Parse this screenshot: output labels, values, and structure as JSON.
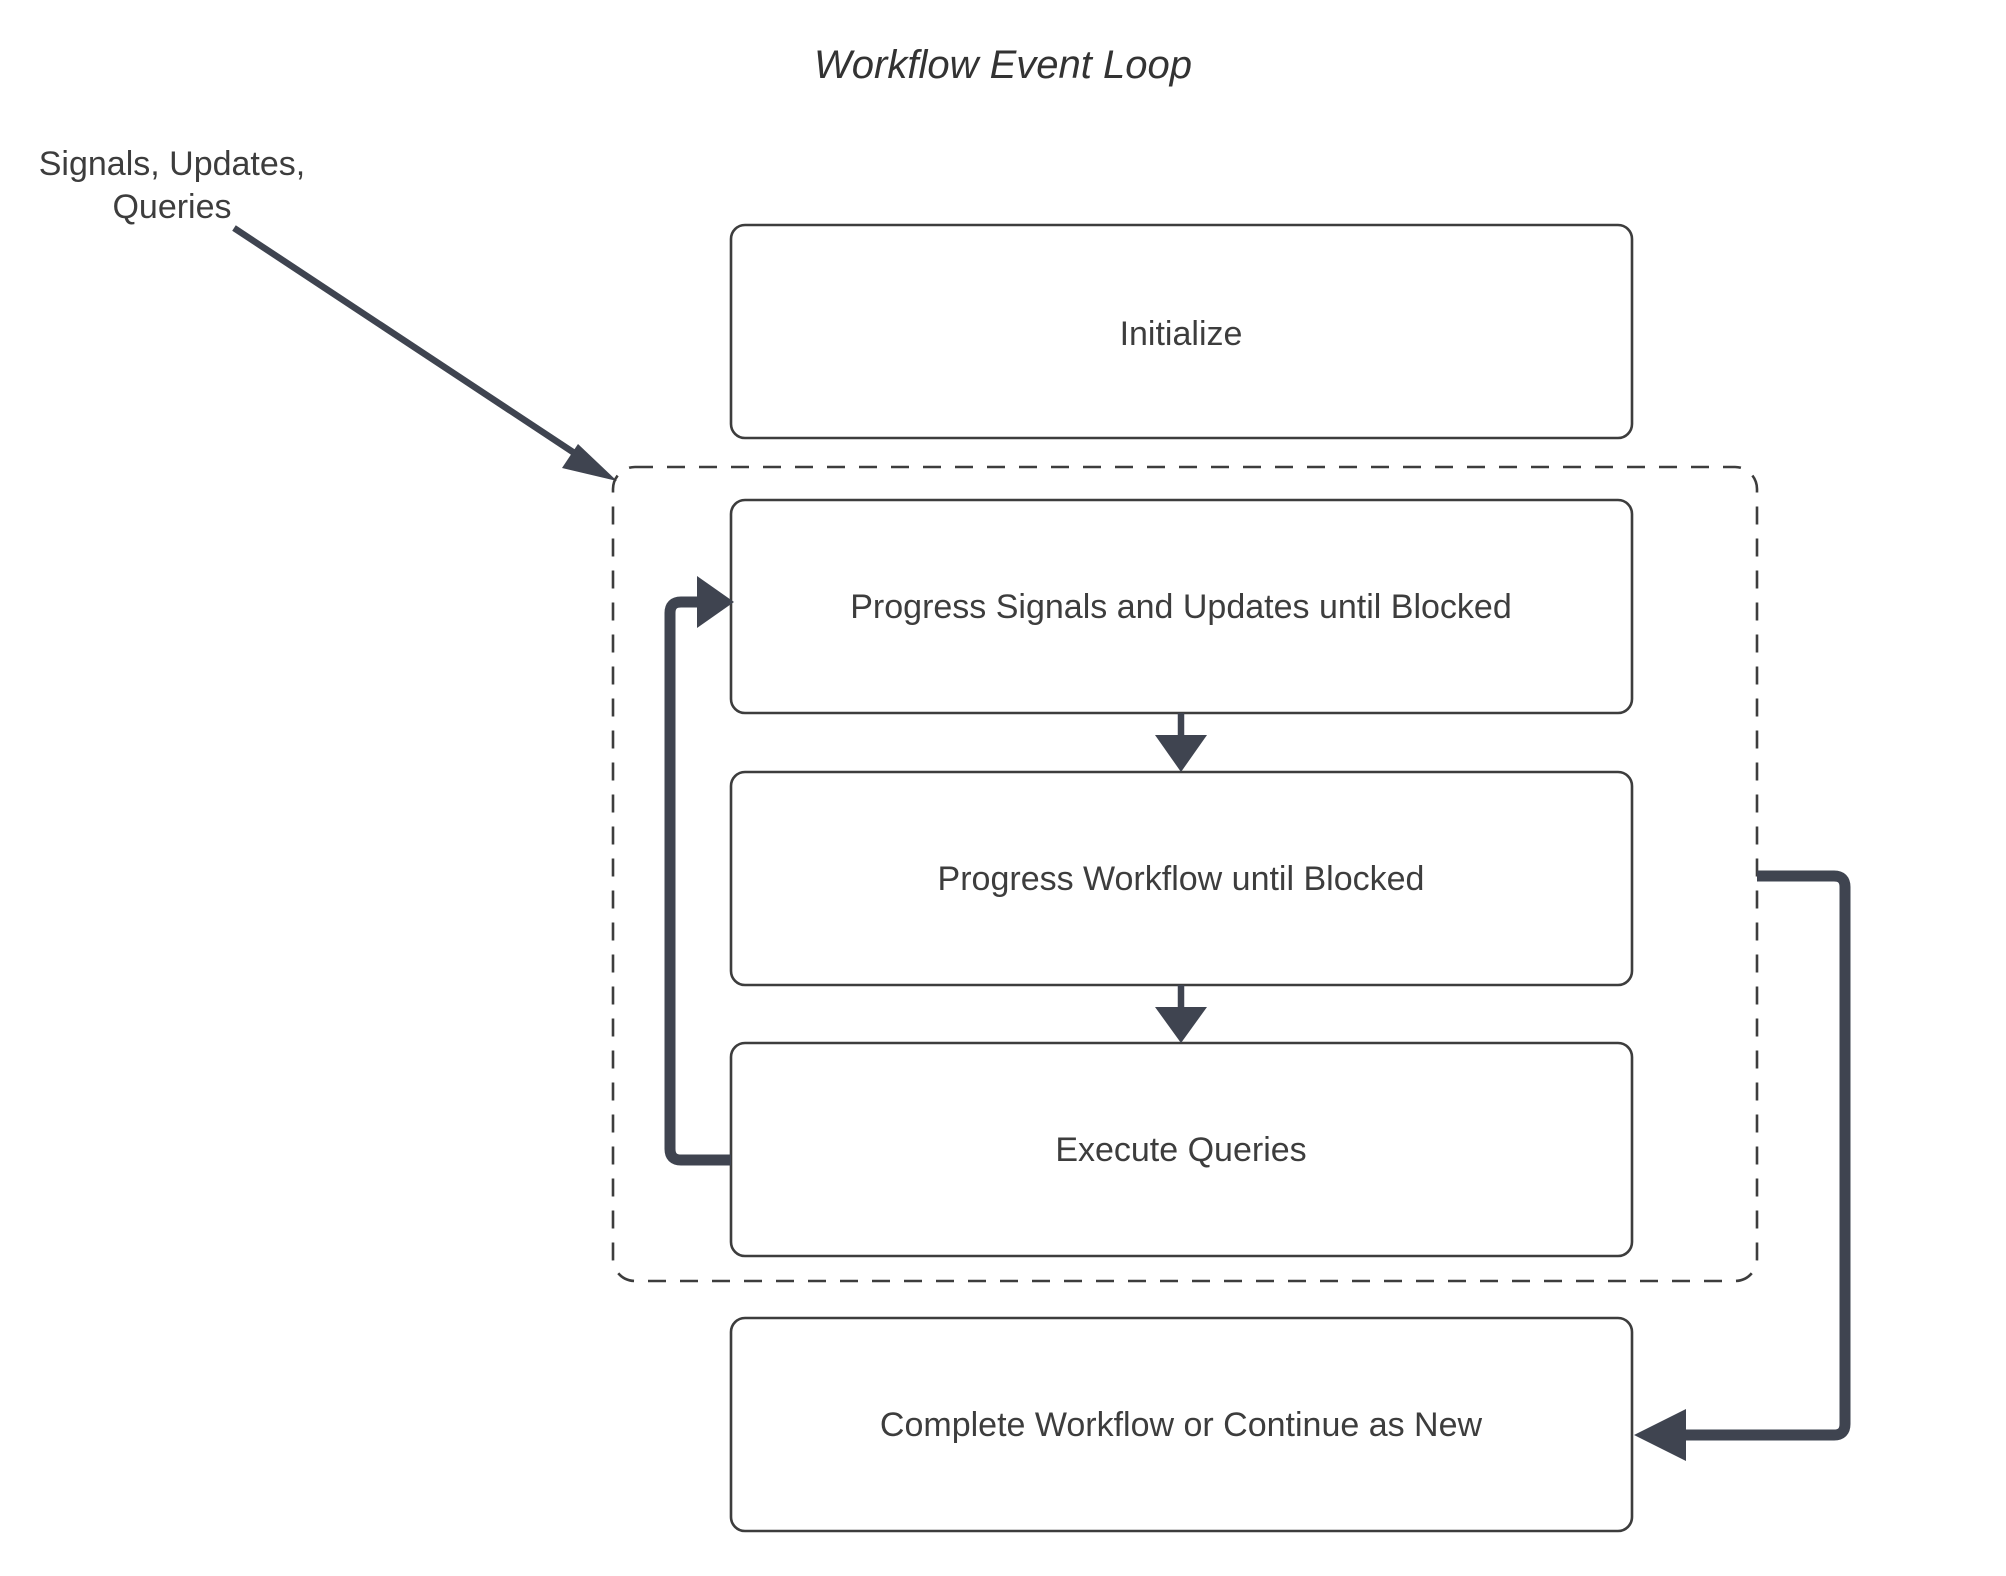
{
  "title": "Workflow Event Loop",
  "colors": {
    "stroke": "#3d3d3d",
    "arrow": "#3f4450",
    "text": "#3d3d3d",
    "background": "#ffffff"
  },
  "external_label": {
    "line1": "Signals, Updates,",
    "line2": "Queries"
  },
  "nodes": [
    {
      "id": "initialize",
      "label": "Initialize"
    },
    {
      "id": "progress-signals",
      "label": "Progress Signals and Updates until Blocked"
    },
    {
      "id": "progress-workflow",
      "label": "Progress Workflow until Blocked"
    },
    {
      "id": "execute-queries",
      "label": "Execute Queries"
    },
    {
      "id": "complete-workflow",
      "label": "Complete Workflow or Continue as New"
    }
  ],
  "group": {
    "id": "event-loop-group",
    "label": ""
  },
  "edges": [
    {
      "from": "external-input",
      "to": "event-loop-group",
      "label": ""
    },
    {
      "from": "progress-signals",
      "to": "progress-workflow",
      "label": ""
    },
    {
      "from": "progress-workflow",
      "to": "execute-queries",
      "label": ""
    },
    {
      "from": "execute-queries",
      "to": "progress-signals",
      "label": ""
    },
    {
      "from": "event-loop-group",
      "to": "complete-workflow",
      "label": ""
    }
  ]
}
